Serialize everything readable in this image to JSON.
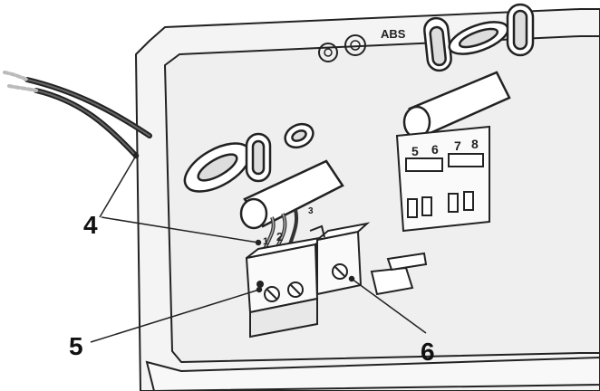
{
  "callouts": {
    "label_4": "4",
    "label_5": "5",
    "label_6": "6"
  },
  "terminals": {
    "left_block": [
      "1",
      "2",
      "3"
    ],
    "right_block": [
      "5",
      "6",
      "7",
      "8"
    ]
  },
  "marking": {
    "material": "ABS"
  },
  "colors": {
    "line": "#222222",
    "panel": "#f2f2f2",
    "frame": "#e6e6e6"
  }
}
